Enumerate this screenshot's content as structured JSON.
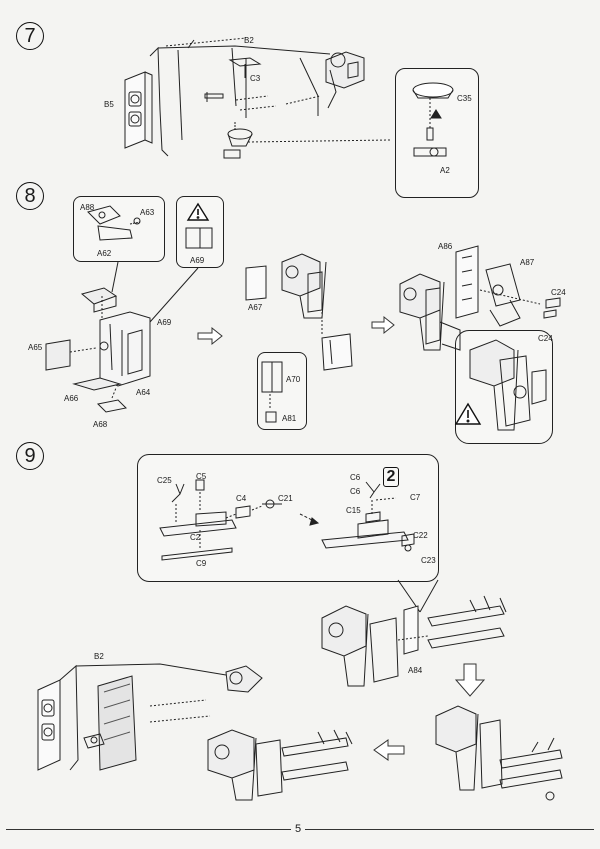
{
  "page_number": "5",
  "steps": [
    {
      "number": "7"
    },
    {
      "number": "8"
    },
    {
      "number": "9"
    }
  ],
  "step7": {
    "labels": {
      "B2": "B2",
      "C3": "C3",
      "B5": "B5",
      "C35": "C35",
      "A2": "A2"
    }
  },
  "step8": {
    "labels": {
      "A88": "A88",
      "A63": "A63",
      "A62": "A62",
      "A69_callout": "A69",
      "A65": "A65",
      "A69": "A69",
      "A66": "A66",
      "A64": "A64",
      "A68": "A68",
      "A67": "A67",
      "A70": "A70",
      "A81": "A81",
      "A86": "A86",
      "A87": "A87",
      "C24a": "C24",
      "C24b": "C24"
    }
  },
  "step9": {
    "labels": {
      "C25": "C25",
      "C5": "C5",
      "C4": "C4",
      "C21": "C21",
      "C2": "C2",
      "C9": "C9",
      "C6a": "C6",
      "C6b": "C6",
      "C7": "C7",
      "C15": "C15",
      "C22": "C22",
      "C23": "C23",
      "A84": "A84",
      "B2": "B2"
    },
    "quantity_badge": "2"
  },
  "icons": [
    "warning-icon",
    "arrow-right-icon",
    "arrow-down-icon",
    "arrow-left-icon"
  ]
}
